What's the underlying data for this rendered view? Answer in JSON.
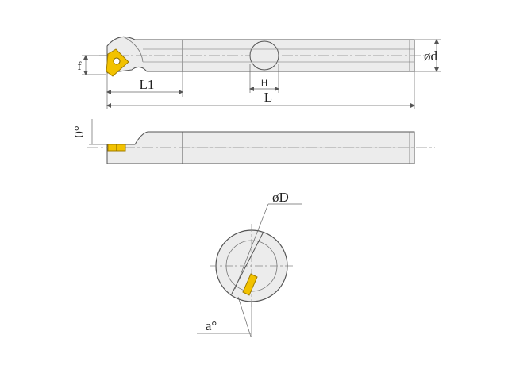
{
  "labels": {
    "f": "f",
    "L1": "L1",
    "H": "H",
    "L": "L",
    "d": "ød",
    "zero_angle": "0°",
    "D": "øD",
    "a_angle": "a°"
  },
  "colors": {
    "body_fill": "#ececec",
    "body_stroke": "#555555",
    "insert_fill": "#f2c200",
    "insert_stroke": "#a07c00",
    "dim_line": "#666666",
    "center_line": "#888888"
  }
}
